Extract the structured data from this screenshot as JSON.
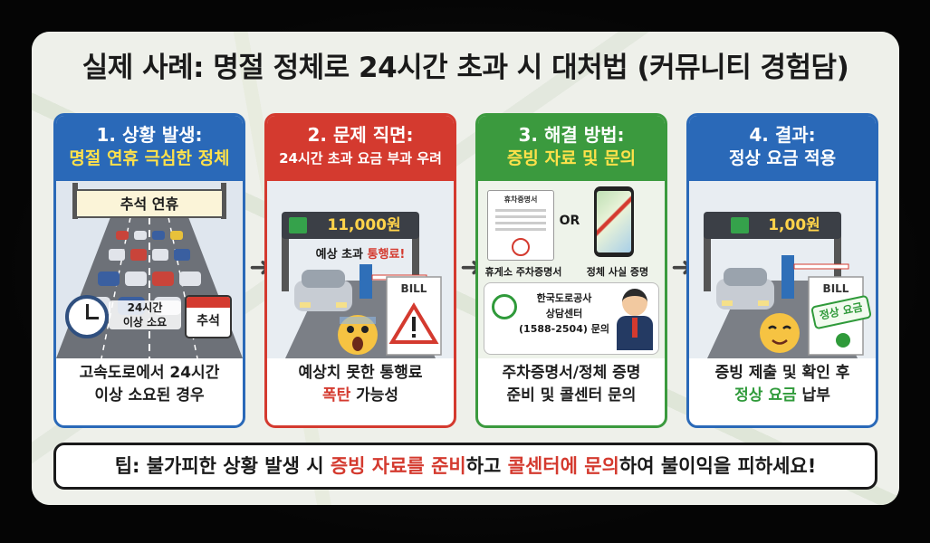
{
  "title": "실제 사례: 명절 정체로 24시간 초과 시 대처법 (커뮤니티 경험담)",
  "steps": [
    {
      "header1": "1. 상황 발생:",
      "header2": "명절 연휴 극심한 정체",
      "banner": "추석 연휴",
      "clock_label1": "24시간",
      "clock_label2": "이상 소요",
      "calendar_label": "추석",
      "caption1": "고속도로에서 24시간",
      "caption2": "이상 소요된 경우"
    },
    {
      "header1": "2. 문제 직면:",
      "header2": "24시간 초과 요금 부과 우려",
      "toll_amount": "11,000원",
      "warning_a": "예상 초과 ",
      "warning_b": "통행료!",
      "bill_label": "BILL",
      "caption1": "예상치 못한 통행료",
      "caption2a": "폭탄",
      "caption2b": " 가능성"
    },
    {
      "header1": "3. 해결 방법:",
      "header2": "증빙 자료 및 문의",
      "doc_title": "휴차증명서",
      "or_label": "OR",
      "doc_caption": "휴게소 주차증명서",
      "phone_caption": "정체 사실 증명",
      "center_line1": "한국도로공사",
      "center_line2": "상담센터",
      "center_line3": "(1588-2504) 문의",
      "caption1": "주차증명서/정체 증명",
      "caption2": "준비 및 콜센터 문의"
    },
    {
      "header1": "4. 결과:",
      "header2": "정상 요금 적용",
      "toll_amount": "1,00원",
      "bill_label": "BILL",
      "stamp_label": "정상 요금",
      "caption1": "증빙 제출 및 확인 후",
      "caption2a": "정상 요금",
      "caption2b": " 납부"
    }
  ],
  "arrow_glyph": "➜",
  "tip": {
    "part1": "팁: 불가피한 상황 발생 시 ",
    "part2": "증빙 자료를 준비",
    "part3": "하고 ",
    "part4": "콜센터에 문의",
    "part5": "하여 불이익을 피하세요!"
  },
  "colors": {
    "blue": "#2a69b8",
    "red": "#d43a2f",
    "green": "#3b9a3e",
    "highlight_yellow": "#ffe14a"
  },
  "icons": [
    "clock-icon",
    "calendar-icon",
    "car-icon",
    "toll-gate-icon",
    "bill-icon",
    "warning-icon",
    "shocked-face-icon",
    "document-icon",
    "phone-map-icon",
    "phone-call-icon",
    "agent-avatar-icon",
    "relieved-face-icon",
    "stamp-icon",
    "arrow-right-icon"
  ]
}
